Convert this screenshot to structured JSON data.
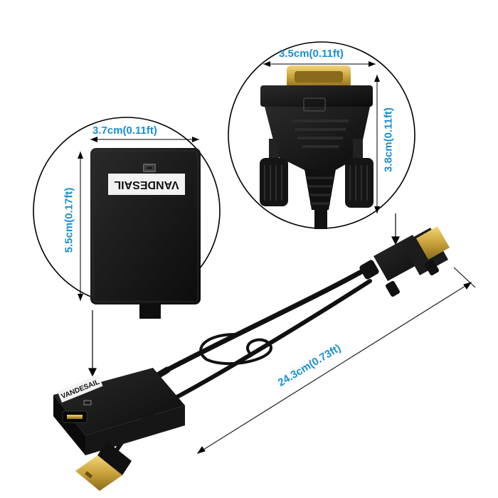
{
  "brand": "VANDESAIL",
  "dimensions": {
    "hdmi_box_width": "3.7cm(0.11ft)",
    "hdmi_box_height": "5.5cm(0.17ft)",
    "vga_width": "3.5cm(0.11ft)",
    "vga_height": "3.8cm(0.11ft)",
    "cable_length": "24.3cm(0.73ft)"
  },
  "colors": {
    "dimension_text": "#1a8fd0",
    "device_body": "#141414",
    "gold_contacts": "#c9a23a",
    "outline": "#000000"
  }
}
